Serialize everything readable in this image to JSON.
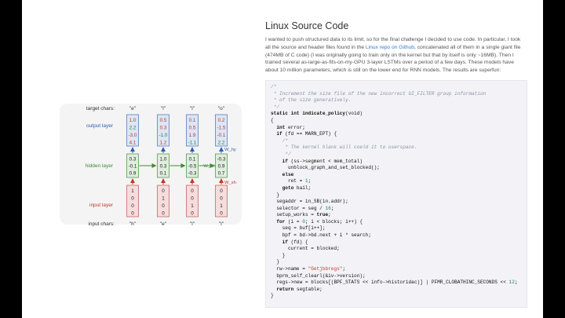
{
  "article": {
    "title": "Linux Source Code",
    "body_parts": [
      "I wanted to push structured data to its limit, so for the final challenge I decided to use code. In particular, I took all the source and header files found in the ",
      "Linux repo on Github",
      ", concatenated all of them in a single giant file (474MB of C code) (I was originally going to train only on the kernel but that by itself is only ~16MB). Then I trained several as-large-as-fits-on-my-GPU 3-layer LSTMs over a period of a few days. These models have about 10 million parameters, which is still on the lower end for RNN models. The results are superfun:"
    ]
  },
  "diagram": {
    "row_labels": {
      "target": "target chars:",
      "output": "output layer",
      "hidden": "hidden layer",
      "input": "input layer",
      "input_chars": "input chars:"
    },
    "target_chars": [
      "\"e\"",
      "\"l\"",
      "\"l\"",
      "\"o\""
    ],
    "input_chars": [
      "\"h\"",
      "\"e\"",
      "\"l\"",
      "\"l\""
    ],
    "output_values": [
      [
        "1.0",
        "2.2",
        "-3.0",
        "4.1"
      ],
      [
        "0.5",
        "0.3",
        "-1.0",
        "1.2"
      ],
      [
        "0.1",
        "0.5",
        "1.9",
        "-1.1"
      ],
      [
        "0.2",
        "-1.5",
        "-0.1",
        "2.2"
      ]
    ],
    "hidden_values": [
      [
        "0.3",
        "-0.1",
        "0.9"
      ],
      [
        "1.0",
        "0.3",
        "0.1"
      ],
      [
        "0.1",
        "-0.5",
        "-0.3"
      ],
      [
        "-0.3",
        "0.9",
        "0.7"
      ]
    ],
    "input_values": [
      [
        "1",
        "0",
        "0",
        "0"
      ],
      [
        "0",
        "1",
        "0",
        "0"
      ],
      [
        "0",
        "0",
        "1",
        "0"
      ],
      [
        "0",
        "0",
        "1",
        "0"
      ]
    ],
    "weight_labels": {
      "hy": "W_hy",
      "hh": "W_hh",
      "xh": "W_xh"
    },
    "colors": {
      "output_fill": "#dce6f6",
      "output_stroke": "#5b7db8",
      "hidden_fill": "#dfeedd",
      "hidden_stroke": "#5a9a55",
      "input_fill": "#f6dcdc",
      "input_stroke": "#c46a6a",
      "output_label": "#2f5db2",
      "hidden_label": "#3e8a36",
      "input_label": "#c0392b",
      "arrow_red": "#c0392b",
      "arrow_blue": "#2f5db2",
      "arrow_green": "#3e8a36"
    }
  },
  "code_lines": [
    [
      [
        "c",
        "/*"
      ]
    ],
    [
      [
        "c",
        " * Increment the size file of the new incorrect UI_FILTER group information"
      ]
    ],
    [
      [
        "c",
        " * of the size generatively."
      ]
    ],
    [
      [
        "c",
        " */"
      ]
    ],
    [
      [
        "k",
        "static int "
      ],
      [
        "f",
        "indicate_policy"
      ],
      [
        "p",
        "(void)"
      ]
    ],
    [
      [
        "p",
        "{"
      ]
    ],
    [
      [
        "k",
        "  int "
      ],
      [
        "p",
        "error;"
      ]
    ],
    [
      [
        "k",
        "  if "
      ],
      [
        "p",
        "(fd == MARN_EPT) {"
      ]
    ],
    [
      [
        "c",
        "    /*"
      ]
    ],
    [
      [
        "c",
        "     * The kernel blank will coeld it to userspace."
      ]
    ],
    [
      [
        "c",
        "     */"
      ]
    ],
    [
      [
        "k",
        "    if "
      ],
      [
        "p",
        "(ss->segment < mem_total)"
      ]
    ],
    [
      [
        "p",
        "      unblock_graph_and_set_blocked();"
      ]
    ],
    [
      [
        "k",
        "    else"
      ]
    ],
    [
      [
        "p",
        "      ret = "
      ],
      [
        "n",
        "1"
      ],
      [
        "p",
        ";"
      ]
    ],
    [
      [
        "k",
        "    goto "
      ],
      [
        "p",
        "bail;"
      ]
    ],
    [
      [
        "p",
        "  }"
      ]
    ],
    [
      [
        "p",
        "  segaddr = in_SB(in.addr);"
      ]
    ],
    [
      [
        "p",
        "  selector = seg / "
      ],
      [
        "n",
        "16"
      ],
      [
        "p",
        ";"
      ]
    ],
    [
      [
        "p",
        "  setup_works = "
      ],
      [
        "k",
        "true"
      ],
      [
        "p",
        ";"
      ]
    ],
    [
      [
        "k",
        "  for "
      ],
      [
        "p",
        "(i = "
      ],
      [
        "n",
        "0"
      ],
      [
        "p",
        "; i < blocks; i++) {"
      ]
    ],
    [
      [
        "p",
        "    seq = buf[i++];"
      ]
    ],
    [
      [
        "p",
        "    bpf = bd->bd.next + i * search;"
      ]
    ],
    [
      [
        "k",
        "    if "
      ],
      [
        "p",
        "(fd) {"
      ]
    ],
    [
      [
        "p",
        "      current = blocked;"
      ]
    ],
    [
      [
        "p",
        "    }"
      ]
    ],
    [
      [
        "p",
        "  }"
      ]
    ],
    [
      [
        "p",
        "  rw->name = "
      ],
      [
        "s",
        "\"Getjbbregs\""
      ],
      [
        "p",
        ";"
      ]
    ],
    [
      [
        "p",
        "  bprm_self_clearl(&iv->version);"
      ]
    ],
    [
      [
        "p",
        "  regs->new = blocks[(BPF_STATS << info->historidac)] | PFMR_CLOBATHINC_SECONDS << "
      ],
      [
        "n",
        "12"
      ],
      [
        "p",
        ";"
      ]
    ],
    [
      [
        "k",
        "  return "
      ],
      [
        "p",
        "segtable;"
      ]
    ],
    [
      [
        "p",
        "}"
      ]
    ]
  ]
}
